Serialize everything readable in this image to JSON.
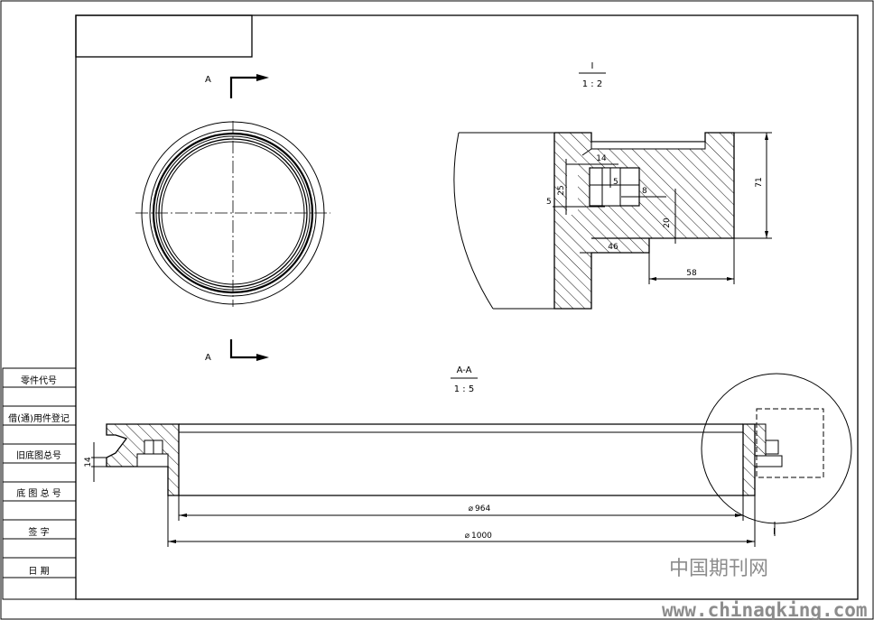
{
  "side_table": {
    "rows": [
      "零件代号",
      "借(通)用件登记",
      "旧底图总号",
      "底 图 总 号",
      "签   字",
      "日   期"
    ]
  },
  "section_marks": {
    "top": "A",
    "bottom": "A"
  },
  "detail_view": {
    "label": "I",
    "scale": "1 : 2",
    "dimensions": {
      "d14": "14",
      "d25": "25",
      "d5_inner": "5",
      "d8": "8",
      "d5_left": "5",
      "d20": "20",
      "d46": "46",
      "d58": "58",
      "d71": "71"
    }
  },
  "section_view": {
    "label": "A-A",
    "scale": "1 : 5",
    "dia_inner": "964",
    "dia_outer": "1000",
    "height_dim": "14",
    "detail_callout": "I",
    "dia_symbol": "⌀"
  },
  "watermark": {
    "site_name": "中国期刊网",
    "url": "www.chinaqking.com"
  }
}
